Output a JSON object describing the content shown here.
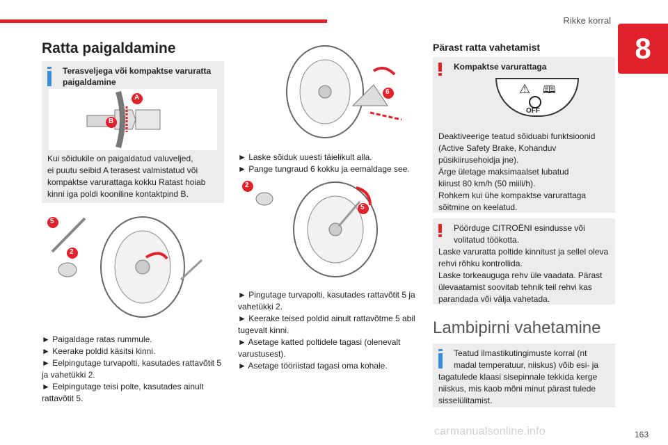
{
  "header": {
    "section": "Rikke korral",
    "chapter": "8"
  },
  "left": {
    "title": "Ratta paigaldamine",
    "info_title": "Terasveljega või kompaktse varuratta paigaldamine",
    "info_text": [
      "Kui sõidukile on paigaldatud valuveljed,",
      "ei puutu seibid A terasest valmistatud või",
      "kompaktse varurattaga kokku Ratast hoiab",
      "kinni iga poldi kooniline kontaktpind B."
    ],
    "label_a": "A",
    "label_b": "B",
    "label_5": "5",
    "label_2": "2",
    "steps": [
      "► Paigaldage ratas rummule.",
      "► Keerake poldid käsitsi kinni.",
      "► Eelpingutage turvapolti, kasutades rattavõtit 5",
      "ja vahetükki 2.",
      "► Eelpingutage teisi polte, kasutades ainult",
      "rattavõtit 5."
    ]
  },
  "middle": {
    "label_6": "6",
    "label_2": "2",
    "label_5": "5",
    "steps1": [
      "► Laske sõiduk uuesti täielikult alla.",
      "► Pange tungraud 6 kokku ja eemaldage see."
    ],
    "steps2": [
      "► Pingutage turvapolti, kasutades rattavõtit 5 ja",
      "vahetükki 2.",
      "► Keerake teised poldid ainult rattavõtme 5 abil",
      "tugevalt kinni.",
      "► Asetage katted poltidele tagasi (olenevalt",
      "varustusest).",
      "► Asetage tööriistad tagasi oma kohale."
    ]
  },
  "right": {
    "title": "Pärast ratta vahetamist",
    "warn_title": "Kompaktse varurattaga",
    "off_label": "OFF",
    "warn_text": [
      "Deaktiveerige teatud sõiduabi funktsioonid",
      "(Active Safety Brake, Kohanduv",
      "püsikiirusehoidja jne).",
      "Ärge ületage maksimaalset lubatud",
      "kiirust 80 km/h (50 miili/h).",
      "Rohkem kui ühe kompaktse varurattaga",
      "sõitmine on keelatud."
    ],
    "warn2_text": [
      "Pöörduge CITROËNI esindusse või",
      "volitatud töökotta.",
      "Laske varuratta poltide kinnitust ja sellel oleva",
      "rehvi rõhku kontrollida.",
      "Laske torkeauguga rehv üle vaadata. Pärast",
      "ülevaatamist soovitab tehnik teil rehvi kas",
      "parandada või välja vahetada."
    ],
    "lamp_title": "Lambipirni vahetamine",
    "info_text": [
      "Teatud ilmastikutingimuste korral (nt",
      "madal temperatuur, niiskus) võib esi- ja",
      "tagatulede klaasi sisepinnale tekkida kerge",
      "niiskus, mis kaob mõni minut pärast tulede",
      "sisselülitamist."
    ]
  },
  "footer": {
    "page": "163",
    "watermark": "carmanualsonline.info"
  }
}
